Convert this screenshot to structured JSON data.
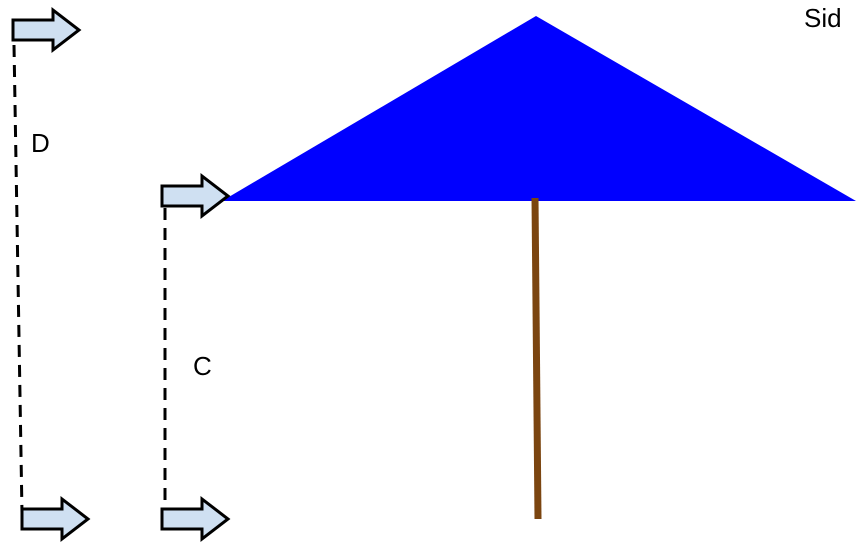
{
  "labels": {
    "title": "Sid",
    "dimension_d": "D",
    "dimension_c": "C"
  },
  "colors": {
    "canopy": "#0000ff",
    "pole": "#7b4510",
    "arrow_fill": "#cfe0f2",
    "arrow_stroke": "#000000",
    "dash": "#000000"
  },
  "icons": {
    "arrow": "right-arrow-icon"
  }
}
